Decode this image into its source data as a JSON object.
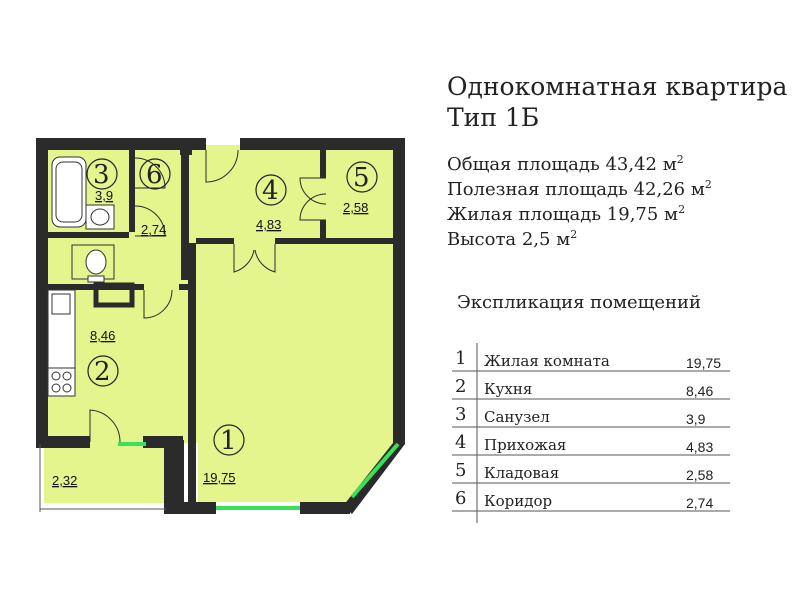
{
  "apartment": {
    "title_line1": "Однокомнатная квартира",
    "title_line2": "Тип 1Б",
    "total_area": "Общая площадь 43,42 м",
    "useful_area": "Полезная площадь 42,26 м",
    "living_area": "Жилая площадь 19,75 м",
    "height": "Высота  2,5 м",
    "area_sup": "2"
  },
  "explication": {
    "title": "Экспликация помещений",
    "rows": [
      {
        "num": "1",
        "name": "Жилая комната",
        "area": "19,75"
      },
      {
        "num": "2",
        "name": "Кухня",
        "area": "8,46"
      },
      {
        "num": "3",
        "name": "Санузел",
        "area": "3,9"
      },
      {
        "num": "4",
        "name": "Прихожая",
        "area": "4,83"
      },
      {
        "num": "5",
        "name": "Кладовая",
        "area": "2,58"
      },
      {
        "num": "6",
        "name": "Коридор",
        "area": "2,74"
      }
    ]
  },
  "plan": {
    "room_numbers": [
      "1",
      "2",
      "3",
      "4",
      "5",
      "6"
    ],
    "room_areas": {
      "living": "19,75",
      "kitchen": "8,46",
      "bath": "3,9",
      "hall": "4,83",
      "storage": "2,58",
      "corridor": "2,74",
      "balcony": "2,32"
    },
    "colors": {
      "floor": "#e3f58c",
      "wall": "#2b2b2b",
      "window": "#39e05a"
    }
  }
}
